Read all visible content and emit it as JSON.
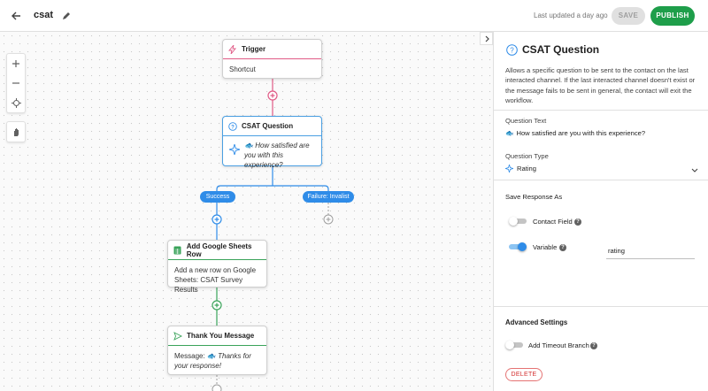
{
  "header": {
    "title": "csat",
    "last_updated": "Last updated a day ago",
    "save_label": "SAVE",
    "publish_label": "PUBLISH",
    "accent_color": "#1e9e4a"
  },
  "canvas": {
    "tools": [
      "zoom-in-icon",
      "zoom-out-icon",
      "recenter-icon",
      "pan-hand-icon"
    ],
    "nodes": {
      "trigger": {
        "title": "Trigger",
        "body": "Shortcut"
      },
      "csat": {
        "title": "CSAT Question",
        "body_emoji": "🐟",
        "body": "How satisfied are you with this experience?"
      },
      "sheets": {
        "title": "Add Google Sheets Row",
        "body": "Add a new row on Google Sheets: CSAT Survey Results"
      },
      "thanks": {
        "title": "Thank You Message",
        "body_prefix": "Message:",
        "body_emoji": "🐟",
        "body": "Thanks for your response!"
      }
    },
    "branches": {
      "success": "Success",
      "failure": "Failure: Invalist"
    },
    "colors": {
      "trigger": "#e05a86",
      "csat": "#2f8ce8",
      "action": "#3aa35a"
    }
  },
  "panel": {
    "title": "CSAT Question",
    "description": "Allows a specific question to be sent to the contact on the last interacted channel. If the last interacted channel doesn't exist or the message fails to be sent in general, the contact will exit the workflow.",
    "question_text_label": "Question Text",
    "question_text_emoji": "🐟",
    "question_text_value": "How satisfied are you with this experience?",
    "question_type_label": "Question Type",
    "question_type_value": "Rating",
    "save_response_label": "Save Response As",
    "contact_field_label": "Contact Field",
    "contact_field_on": false,
    "variable_label": "Variable",
    "variable_on": true,
    "variable_value": "rating",
    "advanced_label": "Advanced Settings",
    "timeout_label": "Add Timeout Branch",
    "timeout_on": false,
    "delete_label": "DELETE"
  }
}
